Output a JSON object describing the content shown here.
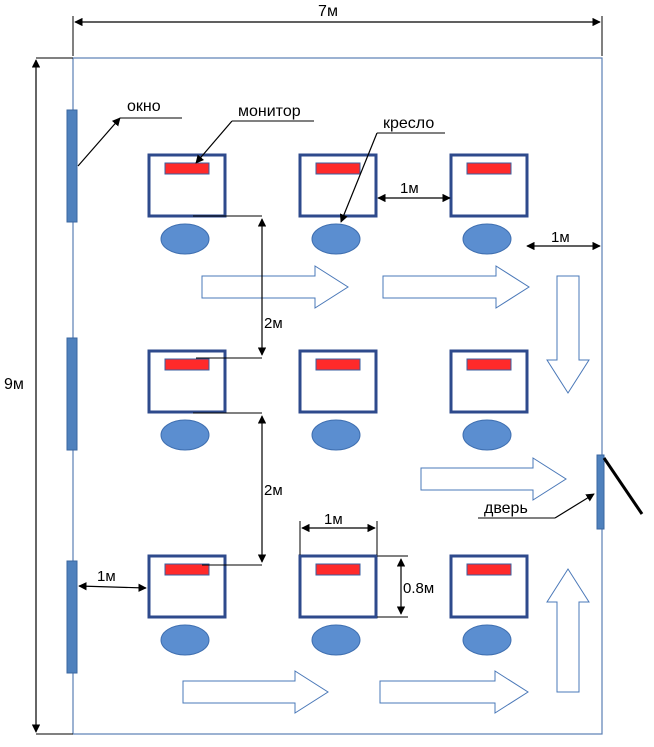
{
  "room": {
    "width_label": "7м",
    "height_label": "9м"
  },
  "labels": {
    "window": "окно",
    "monitor": "монитор",
    "chair": "кресло",
    "door": "дверь"
  },
  "dimensions": {
    "desk_gap": "1м",
    "wall_gap": "1м",
    "row_gap_1": "2м",
    "row_gap_2": "2м",
    "window_gap": "1м",
    "desk_width": "1м",
    "desk_depth": "0.8м"
  },
  "colors": {
    "room_wall": "#5b7fb4",
    "window_fill": "#4f81bd",
    "window_stroke": "#3a66a0",
    "desk_stroke": "#2e4a8c",
    "monitor_fill": "#ff2a2a",
    "monitor_stroke": "#3a5fa0",
    "chair_fill": "#5b8ed0",
    "chair_stroke": "#3f6fb0",
    "arrow_stroke": "#4a78b8",
    "door_fill": "#4f81bd"
  }
}
